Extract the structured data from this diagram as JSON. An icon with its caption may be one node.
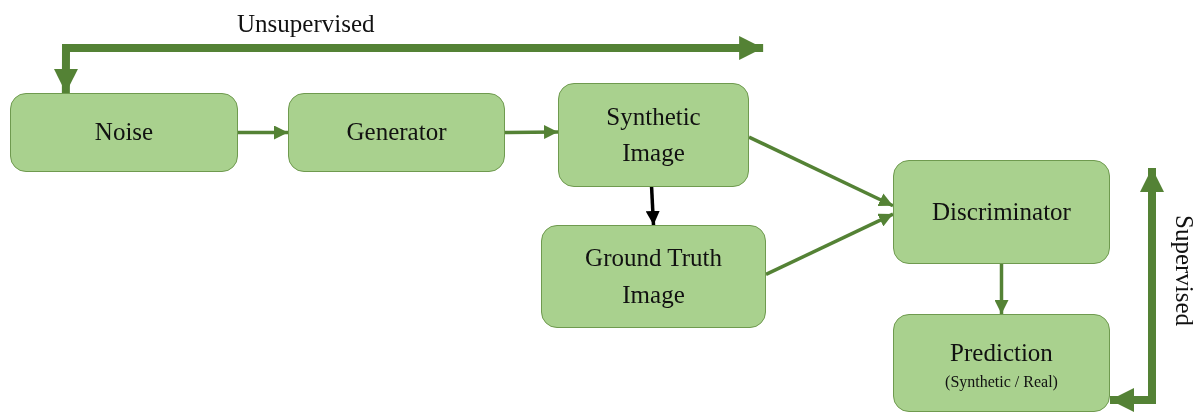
{
  "diagram": {
    "nodes": [
      {
        "text": [
          "Noise"
        ]
      },
      {
        "text": [
          "Generator"
        ]
      },
      {
        "text": [
          "Synthetic Image"
        ]
      },
      {
        "text": [
          "Ground Truth Image"
        ]
      },
      {
        "text": [
          "Discriminator"
        ]
      },
      {
        "text": [
          "Prediction",
          "(Synthetic / Real)"
        ]
      }
    ],
    "edges": [
      {
        "from": 2,
        "to": 0,
        "arrow": "both",
        "style": "thick",
        "label": "Unsupervised"
      },
      {
        "from": 0,
        "to": 1,
        "arrow": "to"
      },
      {
        "from": 1,
        "to": 2,
        "arrow": "to"
      },
      {
        "from": 2,
        "to": 3,
        "arrow": "to",
        "color": "#000000"
      },
      {
        "from": 2,
        "to": 4,
        "arrow": "to"
      },
      {
        "from": 3,
        "to": 4,
        "arrow": "to"
      },
      {
        "from": 4,
        "to": 5,
        "arrow": "to"
      },
      {
        "from": 4,
        "to": 5,
        "arrow": "both",
        "style": "thick",
        "label": "Supervised"
      }
    ]
  }
}
